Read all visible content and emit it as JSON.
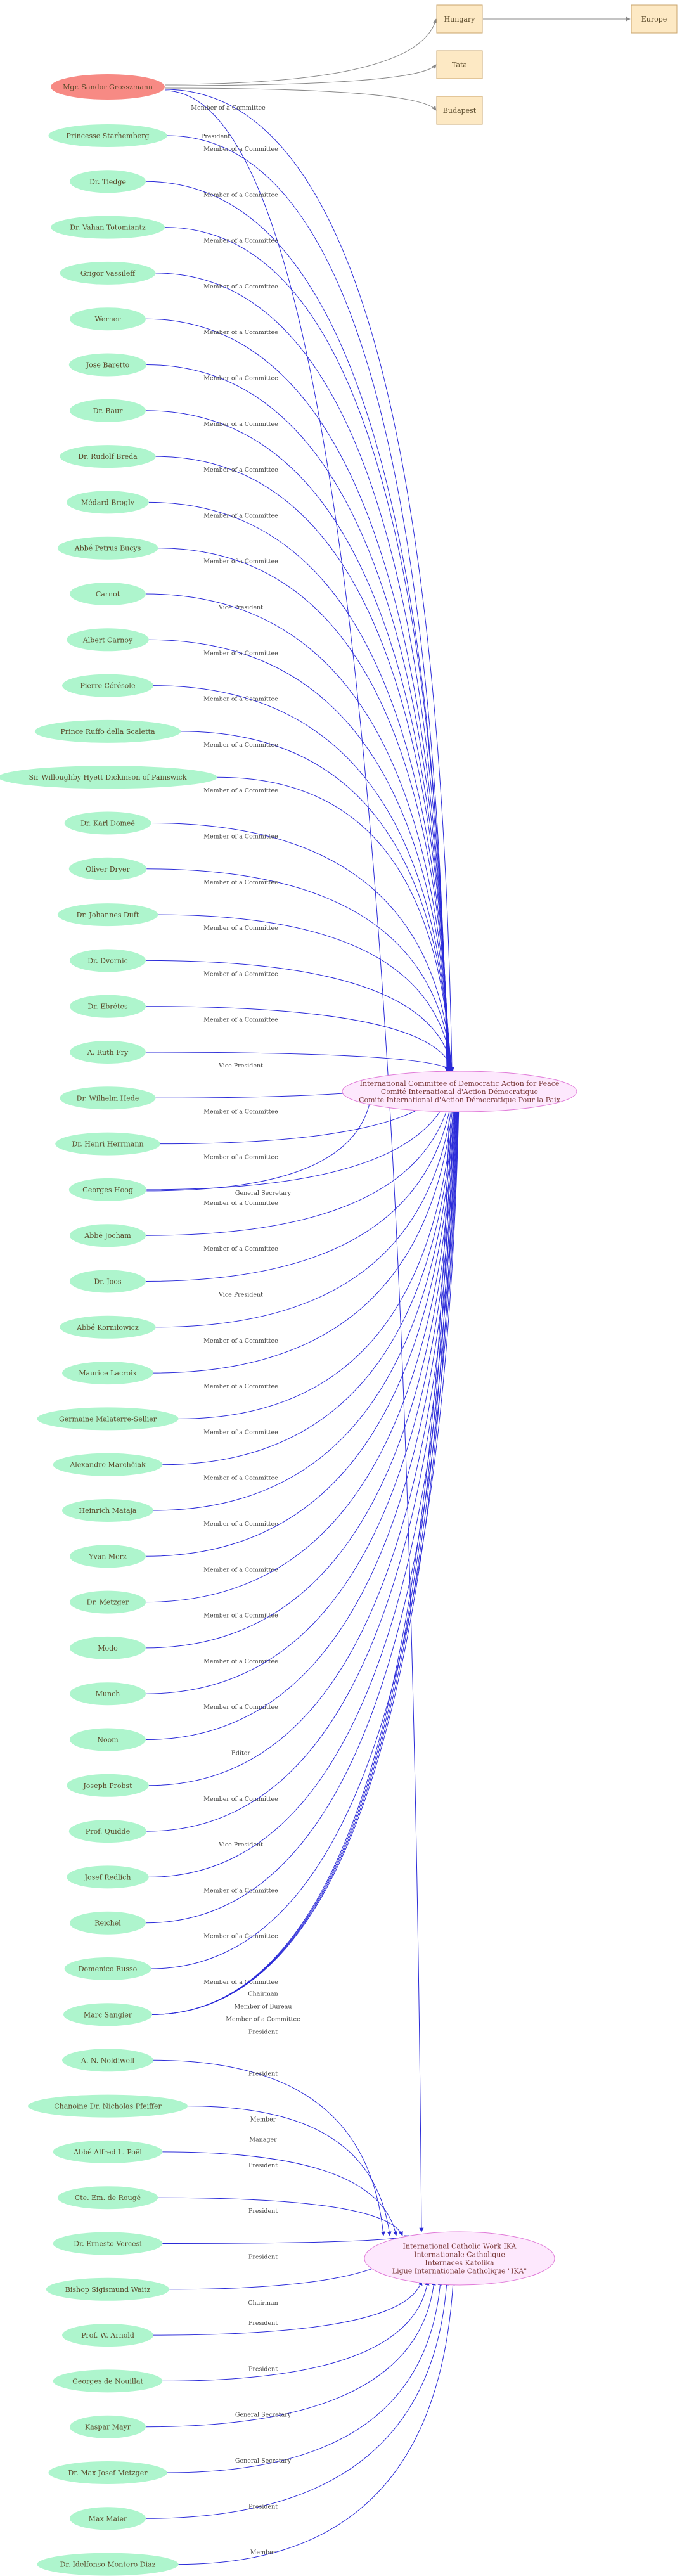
{
  "colors": {
    "person_fill": "#aef5cd",
    "root_fill": "#f78a84",
    "place_fill": "#fde9c4",
    "place_stroke": "#c9a46b",
    "org_fill": "#fde8fd",
    "org_stroke": "#e07ad8",
    "edge_blue": "#2a2ad8",
    "edge_gray": "#888888"
  },
  "root": {
    "id": "n0",
    "label": "Mgr. Sandor Grosszmann"
  },
  "places": [
    {
      "id": "hu",
      "label": "Hungary"
    },
    {
      "id": "ta",
      "label": "Tata"
    },
    {
      "id": "bu",
      "label": "Budapest"
    },
    {
      "id": "eu",
      "label": "Europe"
    }
  ],
  "organizations": [
    {
      "id": "icdap",
      "lines": [
        "International Committee of Democratic Action for Peace",
        "Comité International d'Action Démocratique",
        "Comite International d'Action Démocratique Pour la Paix"
      ]
    },
    {
      "id": "ikk",
      "lines": [
        "International Catholic Work IKA",
        "Internationale Catholique",
        "Internaces Katolika",
        "Ligue Internationale Catholique \"IKA\""
      ]
    }
  ],
  "persons_a": [
    {
      "label": "Princesse Starhemberg",
      "role": "Member of a Committee"
    },
    {
      "label": "Dr. Tiedge",
      "role": "Member of a Committee"
    },
    {
      "label": "Dr. Vahan Totomiantz",
      "role": "Member of a Committee"
    },
    {
      "label": "Grigor Vassileff",
      "role": "Member of a Committee"
    },
    {
      "label": "Werner",
      "role": "Member of a Committee"
    },
    {
      "label": "Jose Baretto",
      "role": "Member of a Committee"
    },
    {
      "label": "Dr. Baur",
      "role": "Member of a Committee"
    },
    {
      "label": "Dr. Rudolf Breda",
      "role": "Member of a Committee"
    },
    {
      "label": "Médard Brogly",
      "role": "Member of a Committee"
    },
    {
      "label": "Abbé Petrus Bucys",
      "role": "Member of a Committee"
    },
    {
      "label": "Carnot",
      "role": "Vice President"
    },
    {
      "label": "Albert Carnoy",
      "role": "Member of a Committee"
    },
    {
      "label": "Pierre Cérésole",
      "role": "Member of a Committee"
    },
    {
      "label": "Prince Ruffo della Scaletta",
      "role": "Member of a Committee"
    },
    {
      "label": "Sir Willoughby Hyett Dickinson of Painswick",
      "role": "Member of a Committee"
    },
    {
      "label": "Dr. Karl Domeé",
      "role": "Member of a Committee"
    },
    {
      "label": "Oliver Dryer",
      "role": "Member of a Committee"
    },
    {
      "label": "Dr. Johannes Duft",
      "role": "Member of a Committee"
    },
    {
      "label": "Dr. Dvornic",
      "role": "Member of a Committee"
    },
    {
      "label": "Dr. Ebrétes",
      "role": "Member of a Committee"
    },
    {
      "label": "A. Ruth Fry",
      "role": "Vice President"
    },
    {
      "label": "Dr. Wilhelm Hede",
      "role": "Member of a Committee"
    },
    {
      "label": "Dr. Henri Herrmann",
      "role": "Member of a Committee"
    },
    {
      "label": "Georges Hoog",
      "role": "Member of a Committee",
      "role2": "General Secretary"
    },
    {
      "label": "Abbé Jocham",
      "role": "Member of a Committee"
    },
    {
      "label": "Dr. Joos",
      "role": "Vice President"
    },
    {
      "label": "Abbé Korniłowicz",
      "role": "Member of a Committee"
    },
    {
      "label": "Maurice Lacroix",
      "role": "Member of a Committee"
    },
    {
      "label": "Germaine Malaterre-Sellier",
      "role": "Member of a Committee"
    },
    {
      "label": "Alexandre Marchčiak",
      "role": "Member of a Committee"
    },
    {
      "label": "Heinrich Mataja",
      "role": "Member of a Committee"
    },
    {
      "label": "Yvan Merz",
      "role": "Member of a Committee"
    },
    {
      "label": "Dr. Metzger",
      "role": "Member of a Committee"
    },
    {
      "label": "Modo",
      "role": "Member of a Committee"
    },
    {
      "label": "Munch",
      "role": "Member of a Committee"
    },
    {
      "label": "Noom",
      "role": "Editor"
    },
    {
      "label": "Joseph Probst",
      "role": "Member of a Committee"
    },
    {
      "label": "Prof. Quidde",
      "role": "Vice President"
    },
    {
      "label": "Josef Redlich",
      "role": "Member of a Committee"
    },
    {
      "label": "Reichel",
      "role": "Member of a Committee"
    },
    {
      "label": "Domenico Russo",
      "role": "Member of a Committee"
    }
  ],
  "marc": {
    "label": "Marc Sangier",
    "roles": [
      "Chairman",
      "Member of Bureau",
      "Member of a Committee",
      "President"
    ]
  },
  "root_roles": {
    "icdap": "Member of a Committee",
    "ikk": "President"
  },
  "persons_b": [
    {
      "label": "A. N. Noldiwell",
      "role": "President"
    },
    {
      "label": "Chanoine Dr. Nicholas Pfeiffer",
      "role": "Member",
      "role2": "Manager"
    },
    {
      "label": "Abbé Alfred L. Poël",
      "role": "President"
    },
    {
      "label": "Cte. Em. de Rougé",
      "role": "President"
    },
    {
      "label": "Dr. Ernesto Vercesi",
      "role": "President"
    },
    {
      "label": "Bishop Sigismund Waitz",
      "role": "Chairman"
    },
    {
      "label": "Prof. W. Arnold",
      "role": "President"
    },
    {
      "label": "Georges de Nouillat",
      "role": "President"
    },
    {
      "label": "Kaspar Mayr",
      "role": "General Secretary"
    },
    {
      "label": "Dr. Max Josef Metzger",
      "role": "General Secretary"
    },
    {
      "label": "Max Maier",
      "role": "President"
    },
    {
      "label": "Dr. Idelfonso Montero Diaz",
      "role": "Member"
    }
  ]
}
